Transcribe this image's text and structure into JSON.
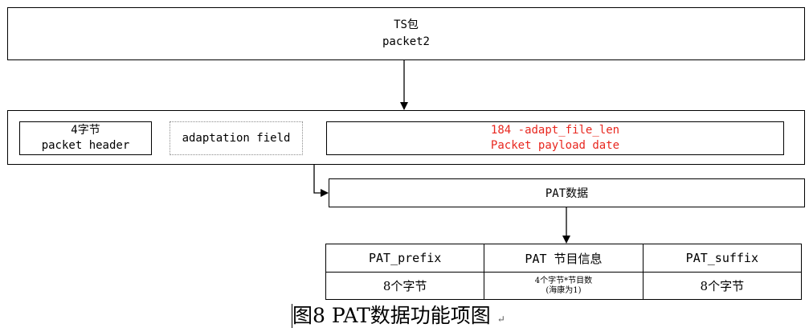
{
  "ts_packet": {
    "title": "TS包",
    "subtitle": "packet2"
  },
  "packet_structure": {
    "header": {
      "line1": "4字节",
      "line2": "packet header"
    },
    "adaptation": {
      "label": "adaptation field"
    },
    "payload": {
      "line1": "184 -adapt_file_len",
      "line2": "Packet payload date",
      "color": "#e8271f"
    }
  },
  "pat_data": {
    "label": "PAT数据"
  },
  "pat_table": {
    "headers": [
      "PAT_prefix",
      "PAT 节目信息",
      "PAT_suffix"
    ],
    "values": {
      "prefix": "8个字节",
      "program_line1": "4个字节*节目数",
      "program_line2": "(海康为1)",
      "suffix": "8个字节"
    }
  },
  "caption": {
    "text": "图8 PAT数据功能项图",
    "mark": "↵"
  }
}
